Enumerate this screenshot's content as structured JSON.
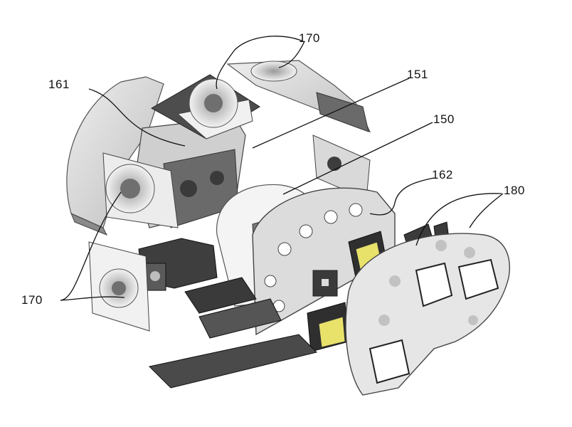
{
  "labels": {
    "ref_170_top": "170",
    "ref_161": "161",
    "ref_151": "151",
    "ref_150": "150",
    "ref_162": "162",
    "ref_180": "180",
    "ref_170_left": "170"
  },
  "colors": {
    "metal_light": "#d9d9d9",
    "metal_mid": "#b5b5b5",
    "metal_dark": "#4a4a4a",
    "pcb_dark": "#2f2f2f",
    "sensor_yellow": "#e8e26a",
    "ring_white": "#f4f4f4",
    "visor": "#e6e6e6",
    "leader": "#111111"
  }
}
